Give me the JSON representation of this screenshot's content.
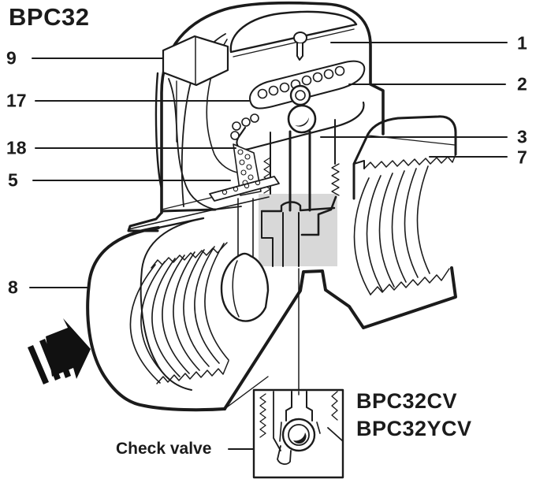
{
  "title": "BPC32",
  "colors": {
    "ink": "#1b1b1b",
    "highlight": "#d8d8d8",
    "background": "#ffffff"
  },
  "callouts": {
    "left": [
      {
        "label": "9"
      },
      {
        "label": "17"
      },
      {
        "label": "18"
      },
      {
        "label": "5"
      },
      {
        "label": "8"
      }
    ],
    "right": [
      {
        "label": "1"
      },
      {
        "label": "2"
      },
      {
        "label": "3"
      },
      {
        "label": "7"
      }
    ]
  },
  "inset": {
    "caption": "Check valve",
    "variants": [
      "BPC32CV",
      "BPC32YCV"
    ]
  },
  "flow_arrow": {
    "direction": "right"
  }
}
